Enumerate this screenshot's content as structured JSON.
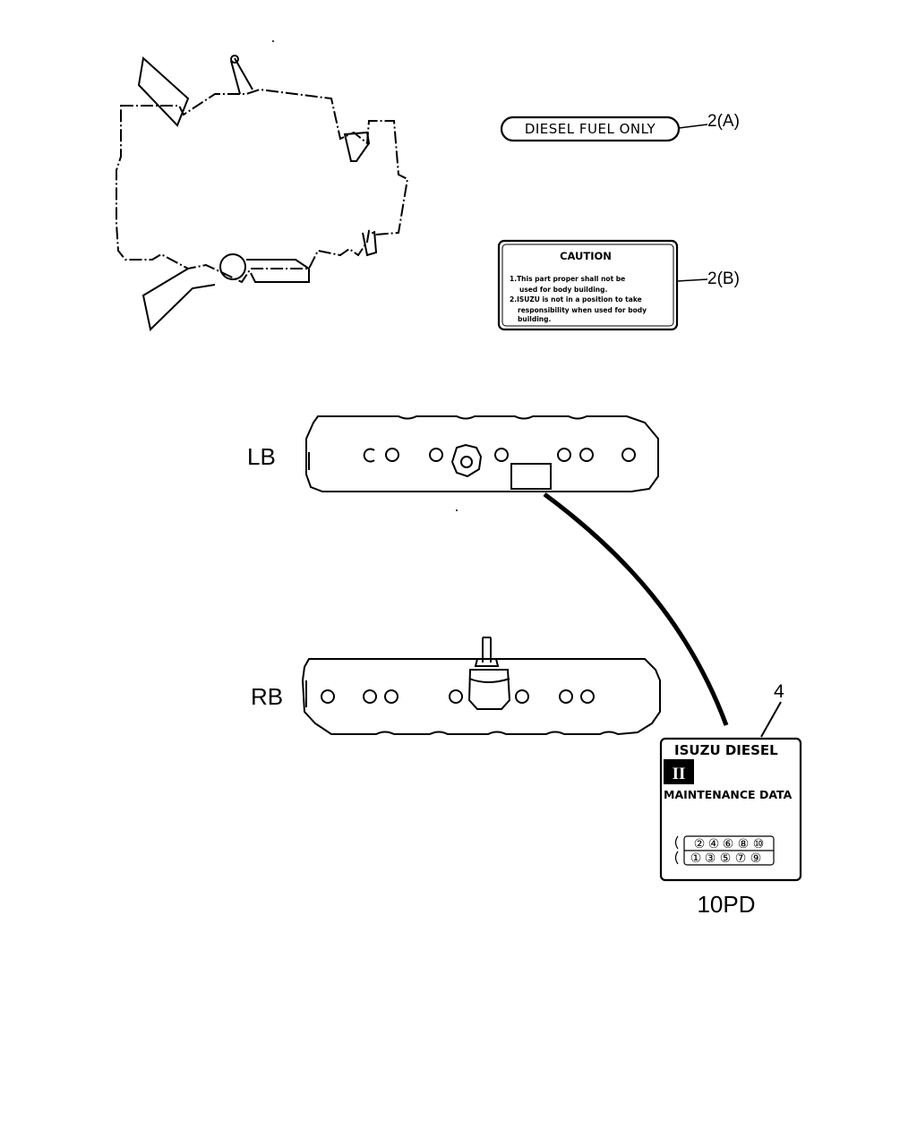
{
  "labels": {
    "item_2a": "2(A)",
    "item_2b": "2(B)",
    "item_4": "4",
    "left_bank": "LB",
    "right_bank": "RB",
    "engine_model": "10PD"
  },
  "decal_fuel": {
    "text": "DIESEL FUEL ONLY"
  },
  "decal_caution": {
    "title": "CAUTION",
    "lines": [
      "1.This part proper shall not be",
      "used for body building.",
      "2.ISUZU is not in a position to take",
      "responsibility when used for body",
      "building."
    ]
  },
  "maintenance_plate": {
    "brand": "ISUZU DIESEL",
    "logo_glyph": "II",
    "title": "MAINTENANCE DATA",
    "top_row": [
      "②",
      "④",
      "⑥",
      "⑧",
      "⑩"
    ],
    "bottom_row": [
      "①",
      "③",
      "⑤",
      "⑦",
      "⑨"
    ]
  }
}
